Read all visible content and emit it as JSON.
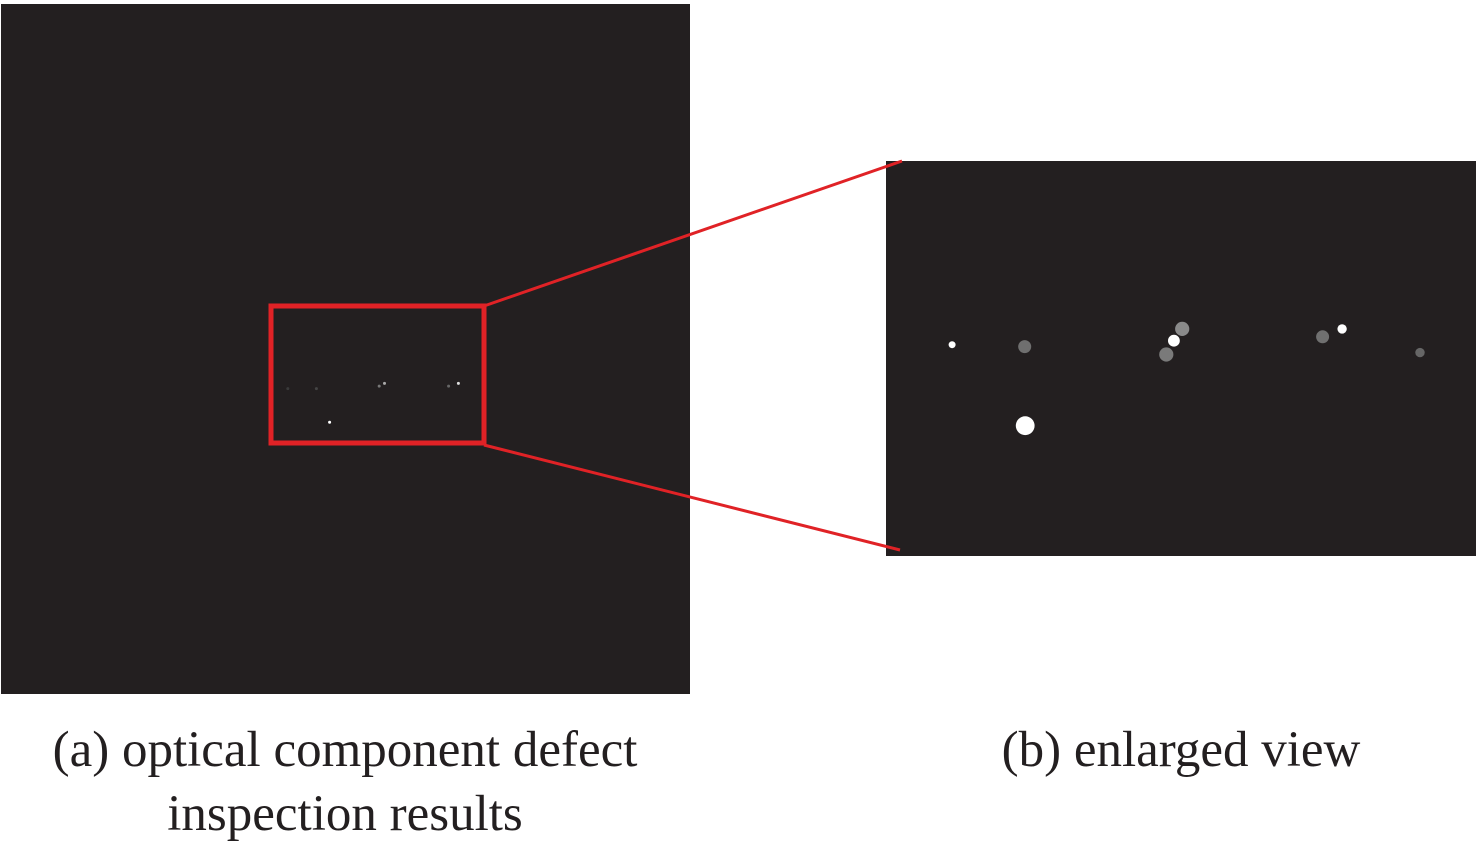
{
  "colors": {
    "background": "#ffffff",
    "panel": "#231f20",
    "highlight": "#e02226",
    "caption_text": "#231f20"
  },
  "panel_a": {
    "caption_line_1": "(a) optical component defect",
    "caption_line_2": "inspection results",
    "defects": [
      {
        "u": 0.079,
        "v": 0.603,
        "r": 0.003,
        "shade": "#3a3a3a"
      },
      {
        "u": 0.213,
        "v": 0.603,
        "r": 0.003,
        "shade": "#444444"
      },
      {
        "u": 0.508,
        "v": 0.585,
        "r": 0.004,
        "shade": "#777777"
      },
      {
        "u": 0.533,
        "v": 0.565,
        "r": 0.004,
        "shade": "#aaaaaa"
      },
      {
        "u": 0.834,
        "v": 0.585,
        "r": 0.004,
        "shade": "#666666"
      },
      {
        "u": 0.88,
        "v": 0.565,
        "r": 0.004,
        "shade": "#dddddd"
      },
      {
        "u": 0.275,
        "v": 0.849,
        "r": 0.006,
        "shade": "#ffffff"
      }
    ]
  },
  "panel_b": {
    "caption": "(b) enlarged view",
    "defects": [
      {
        "u": 0.112,
        "v": 0.465,
        "r": 0.006,
        "shade": "#ffffff"
      },
      {
        "u": 0.235,
        "v": 0.47,
        "r": 0.011,
        "shade": "#6f6f6f"
      },
      {
        "u": 0.475,
        "v": 0.49,
        "r": 0.012,
        "shade": "#7a7a7a"
      },
      {
        "u": 0.488,
        "v": 0.455,
        "r": 0.01,
        "shade": "#ffffff"
      },
      {
        "u": 0.502,
        "v": 0.425,
        "r": 0.012,
        "shade": "#8a8a8a"
      },
      {
        "u": 0.74,
        "v": 0.445,
        "r": 0.011,
        "shade": "#707070"
      },
      {
        "u": 0.773,
        "v": 0.425,
        "r": 0.008,
        "shade": "#ffffff"
      },
      {
        "u": 0.905,
        "v": 0.485,
        "r": 0.008,
        "shade": "#666666"
      },
      {
        "u": 0.236,
        "v": 0.67,
        "r": 0.016,
        "shade": "#ffffff"
      }
    ]
  }
}
